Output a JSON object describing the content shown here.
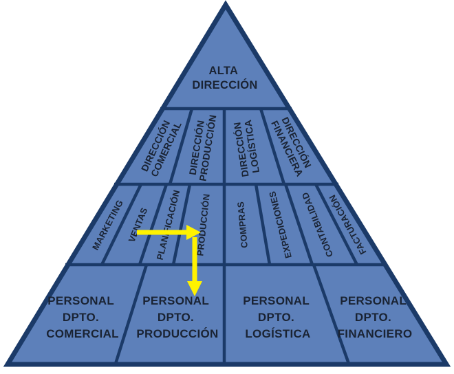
{
  "diagram": {
    "colors": {
      "fill": "#5d80ba",
      "border": "#1b3a68",
      "text": "#1a2333",
      "arrow": "#fff200"
    },
    "level1": {
      "line1": "ALTA",
      "line2": "DIRECCIÓN"
    },
    "level2": [
      {
        "line1": "DIRECCIÓN",
        "line2": "COMERCIAL"
      },
      {
        "line1": "DIRECCIÓN",
        "line2": "PRODUCCIÓN"
      },
      {
        "line1": "DIRECCIÓN",
        "line2": "LOGÍSTICA"
      },
      {
        "line1": "DIRECCIÓN",
        "line2": "FINANCIERA"
      }
    ],
    "level3": [
      "MARKETING",
      "VENTAS",
      "PLANIFICACIÓN",
      "PRODUCCIÓN",
      "COMPRAS",
      "EXPEDICIONES",
      "CONTABILIDAD",
      "FACTURACIÓN"
    ],
    "level4": [
      {
        "line1": "PERSONAL",
        "line2": "DPTO.",
        "line3": "COMERCIAL"
      },
      {
        "line1": "PERSONAL",
        "line2": "DPTO.",
        "line3": "PRODUCCIÓN"
      },
      {
        "line1": "PERSONAL",
        "line2": "DPTO.",
        "line3": "LOGÍSTICA"
      },
      {
        "line1": "PERSONAL",
        "line2": "DPTO.",
        "line3": "FINANCIERO"
      }
    ]
  }
}
